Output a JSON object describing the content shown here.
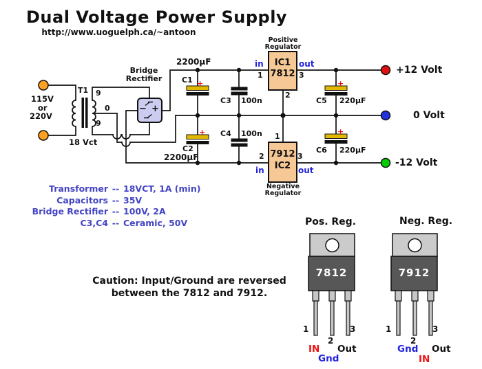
{
  "colors": {
    "wire": "#111111",
    "bridge_fill": "#ccccf0",
    "ic_fill": "#f6c896",
    "cap_yellow": "#e2b800",
    "terminal_orange": "#ffa020",
    "terminal_red": "#dd1111",
    "terminal_blue": "#2233dd",
    "terminal_green": "#00cc00",
    "pin_text_blue": "#2222dd",
    "spec_text_blue": "#4444c4",
    "label_red": "#ee1111",
    "pkg_tab_gray": "#cbcbcb",
    "pkg_body_gray": "#575757",
    "pkg_leg_gray": "#c6c6c6"
  },
  "header": {
    "title": "Dual Voltage Power Supply",
    "url": "http://www.uoguelph.ca/~antoon"
  },
  "transformer": {
    "name": "T1",
    "tap_top": "9",
    "tap_mid": "0",
    "tap_bot": "9",
    "rating": "18 Vct",
    "input_line1": "115V",
    "input_line2": "or",
    "input_line3": "220V"
  },
  "bridge": {
    "label_line1": "Bridge",
    "label_line2": "Rectifier",
    "minus": "−",
    "plus": "+"
  },
  "capacitors": {
    "c1": {
      "name": "C1",
      "value": "2200µF",
      "polarity": "+"
    },
    "c2": {
      "name": "C2",
      "value": "2200µF",
      "polarity": "+"
    },
    "c3": {
      "name": "C3",
      "value": "100n"
    },
    "c4": {
      "name": "C4",
      "value": "100n"
    },
    "c5": {
      "name": "C5",
      "value": "220µF",
      "polarity": "+"
    },
    "c6": {
      "name": "C6",
      "value": "220µF",
      "polarity": "+"
    }
  },
  "ic1": {
    "title_line1": "Positive",
    "title_line2": "Regulator",
    "name": "IC1",
    "part": "7812",
    "pin_in": "in",
    "pin_out": "out",
    "pin1": "1",
    "pin2": "2",
    "pin3": "3"
  },
  "ic2": {
    "title_line1": "Negative",
    "title_line2": "Regulator",
    "name": "IC2",
    "part": "7912",
    "pin_in": "in",
    "pin_out": "out",
    "pin1": "1",
    "pin2": "2",
    "pin3": "3"
  },
  "outputs": {
    "positive": "+12 Volt",
    "ground": "0 Volt",
    "negative": "-12 Volt"
  },
  "specs": {
    "separator": "--",
    "rows": [
      {
        "item": "Transformer",
        "value": "18VCT, 1A (min)"
      },
      {
        "item": "Capacitors",
        "value": "35V"
      },
      {
        "item": "Bridge Rectifier",
        "value": "100V, 2A"
      },
      {
        "item": "C3,C4",
        "value": "Ceramic, 50V"
      }
    ]
  },
  "caution": {
    "line1": "Caution: Input/Ground  are reversed",
    "line2": "between the 7812 and 7912."
  },
  "packages": {
    "pos": {
      "title": "Pos. Reg.",
      "part": "7812",
      "pin1": "1",
      "pin2": "2",
      "pin3": "3",
      "label1": "IN",
      "label2": "Gnd",
      "label3": "Out"
    },
    "neg": {
      "title": "Neg. Reg.",
      "part": "7912",
      "pin1": "1",
      "pin2": "2",
      "pin3": "3",
      "label1": "Gnd",
      "label2": "IN",
      "label3": "Out"
    }
  }
}
